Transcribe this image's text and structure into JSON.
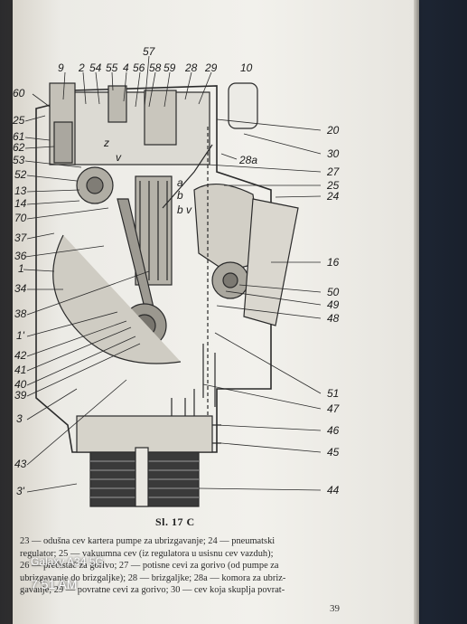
{
  "figure": {
    "caption": "Sl. 17 C",
    "callouts": [
      {
        "id": "c9",
        "text": "9"
      },
      {
        "id": "c2",
        "text": "2"
      },
      {
        "id": "c54",
        "text": "54"
      },
      {
        "id": "c55",
        "text": "55"
      },
      {
        "id": "c4",
        "text": "4"
      },
      {
        "id": "c56",
        "text": "56"
      },
      {
        "id": "c57",
        "text": "57"
      },
      {
        "id": "c58",
        "text": "58"
      },
      {
        "id": "c59",
        "text": "59"
      },
      {
        "id": "c28",
        "text": "28"
      },
      {
        "id": "c29",
        "text": "29"
      },
      {
        "id": "c10",
        "text": "10"
      },
      {
        "id": "c60",
        "text": "60"
      },
      {
        "id": "c25a",
        "text": "25"
      },
      {
        "id": "c61",
        "text": "61"
      },
      {
        "id": "c62",
        "text": "62"
      },
      {
        "id": "c53",
        "text": "53"
      },
      {
        "id": "c52",
        "text": "52"
      },
      {
        "id": "c13",
        "text": "13"
      },
      {
        "id": "c14",
        "text": "14"
      },
      {
        "id": "c70",
        "text": "70"
      },
      {
        "id": "c37",
        "text": "37"
      },
      {
        "id": "c36",
        "text": "36"
      },
      {
        "id": "c1",
        "text": "1"
      },
      {
        "id": "c34",
        "text": "34"
      },
      {
        "id": "c38",
        "text": "38"
      },
      {
        "id": "c1p",
        "text": "1'"
      },
      {
        "id": "c42",
        "text": "42"
      },
      {
        "id": "c41",
        "text": "41"
      },
      {
        "id": "c40",
        "text": "40"
      },
      {
        "id": "c39",
        "text": "39"
      },
      {
        "id": "c3",
        "text": "3"
      },
      {
        "id": "c43",
        "text": "43"
      },
      {
        "id": "c3p",
        "text": "3'"
      },
      {
        "id": "c20",
        "text": "20"
      },
      {
        "id": "c30",
        "text": "30"
      },
      {
        "id": "c28a",
        "text": "28a"
      },
      {
        "id": "c27",
        "text": "27"
      },
      {
        "id": "c25b",
        "text": "25"
      },
      {
        "id": "c24",
        "text": "24"
      },
      {
        "id": "c16",
        "text": "16"
      },
      {
        "id": "c50",
        "text": "50"
      },
      {
        "id": "c49",
        "text": "49"
      },
      {
        "id": "c48",
        "text": "48"
      },
      {
        "id": "c51",
        "text": "51"
      },
      {
        "id": "c47",
        "text": "47"
      },
      {
        "id": "c46",
        "text": "46"
      },
      {
        "id": "c45",
        "text": "45"
      },
      {
        "id": "c44",
        "text": "44"
      },
      {
        "id": "ca1",
        "text": "a"
      },
      {
        "id": "cb1",
        "text": "b"
      },
      {
        "id": "cb2",
        "text": "b"
      },
      {
        "id": "cv1",
        "text": "v"
      },
      {
        "id": "cv2",
        "text": "v"
      },
      {
        "id": "cz",
        "text": "z"
      }
    ]
  },
  "legend": {
    "lines": [
      "23 — odušna cev kartera pumpe za ubrizgavanje; 24 — pneumatski",
      "regulator; 25 — vakuumna cev (iz regulatora u usisnu cev vazduh);",
      "26 — prečistač za gorivo; 27 — potisne cevi za gorivo (od pumpe za",
      "ubrizgavanje do brizgaljke); 28 — brizgaljke; 28a — komora za ubriz-",
      "gavanje; 29 — povratne cevi za gorivo; 30 — cev koja skuplja povrat-"
    ]
  },
  "page_number": "39",
  "phone_overlay": {
    "device": "Galaxy A34 5G",
    "time": "7:51 AM"
  }
}
